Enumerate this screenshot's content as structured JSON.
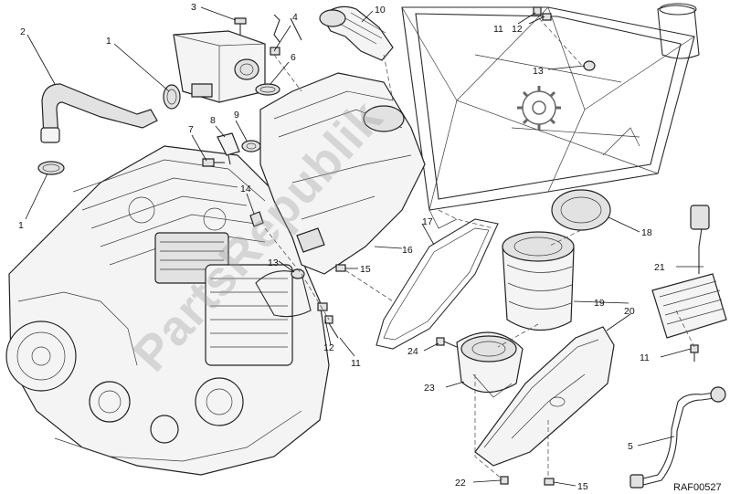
{
  "diagram": {
    "drawing_code": "RAF00527",
    "watermark_text": "PartsRepublik",
    "callouts": [
      {
        "id": "c1a",
        "label": "1"
      },
      {
        "id": "c1b",
        "label": "1"
      },
      {
        "id": "c2",
        "label": "2"
      },
      {
        "id": "c3",
        "label": "3"
      },
      {
        "id": "c4",
        "label": "4"
      },
      {
        "id": "c5",
        "label": "5"
      },
      {
        "id": "c6",
        "label": "6"
      },
      {
        "id": "c7",
        "label": "7"
      },
      {
        "id": "c8",
        "label": "8"
      },
      {
        "id": "c9",
        "label": "9"
      },
      {
        "id": "c10",
        "label": "10"
      },
      {
        "id": "c11a",
        "label": "11"
      },
      {
        "id": "c11b",
        "label": "11"
      },
      {
        "id": "c11c",
        "label": "11"
      },
      {
        "id": "c12a",
        "label": "12"
      },
      {
        "id": "c12b",
        "label": "12"
      },
      {
        "id": "c13a",
        "label": "13"
      },
      {
        "id": "c13b",
        "label": "13"
      },
      {
        "id": "c14",
        "label": "14"
      },
      {
        "id": "c15a",
        "label": "15"
      },
      {
        "id": "c15b",
        "label": "15"
      },
      {
        "id": "c16",
        "label": "16"
      },
      {
        "id": "c17",
        "label": "17"
      },
      {
        "id": "c18",
        "label": "18"
      },
      {
        "id": "c19",
        "label": "19"
      },
      {
        "id": "c20",
        "label": "20"
      },
      {
        "id": "c21",
        "label": "21"
      },
      {
        "id": "c22",
        "label": "22"
      },
      {
        "id": "c23",
        "label": "23"
      },
      {
        "id": "c24",
        "label": "24"
      }
    ]
  }
}
